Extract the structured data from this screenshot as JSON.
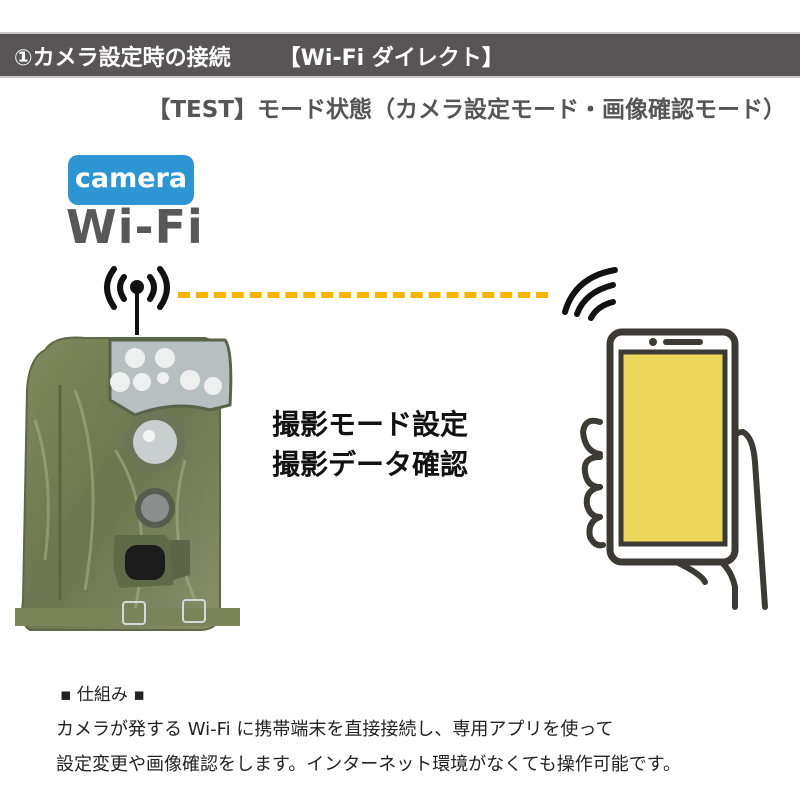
{
  "header": {
    "title": "①カメラ設定時の接続",
    "tag": "【Wi-Fi ダイレクト】",
    "bar_color": "#595556"
  },
  "subtitle": "【TEST】モード状態（カメラ設定モード・画像確認モード）",
  "logo": {
    "badge_label": "camera",
    "badge_color": "#2e95d3",
    "wifi_label": "Wi-Fi"
  },
  "connection": {
    "line_color": "#f7b500",
    "line_style": "dashed"
  },
  "center": {
    "line1": "撮影モード設定",
    "line2": "撮影データ確認"
  },
  "phone": {
    "screen_color": "#ecd75a",
    "outline_color": "#3d3935"
  },
  "explanation": {
    "title": "▪ 仕組み ▪",
    "line1": "カメラが発する Wi-Fi に携帯端末を直接接続し、専用アプリを使って",
    "line2": "設定変更や画像確認をします。インターネット環境がなくても操作可能です。"
  }
}
